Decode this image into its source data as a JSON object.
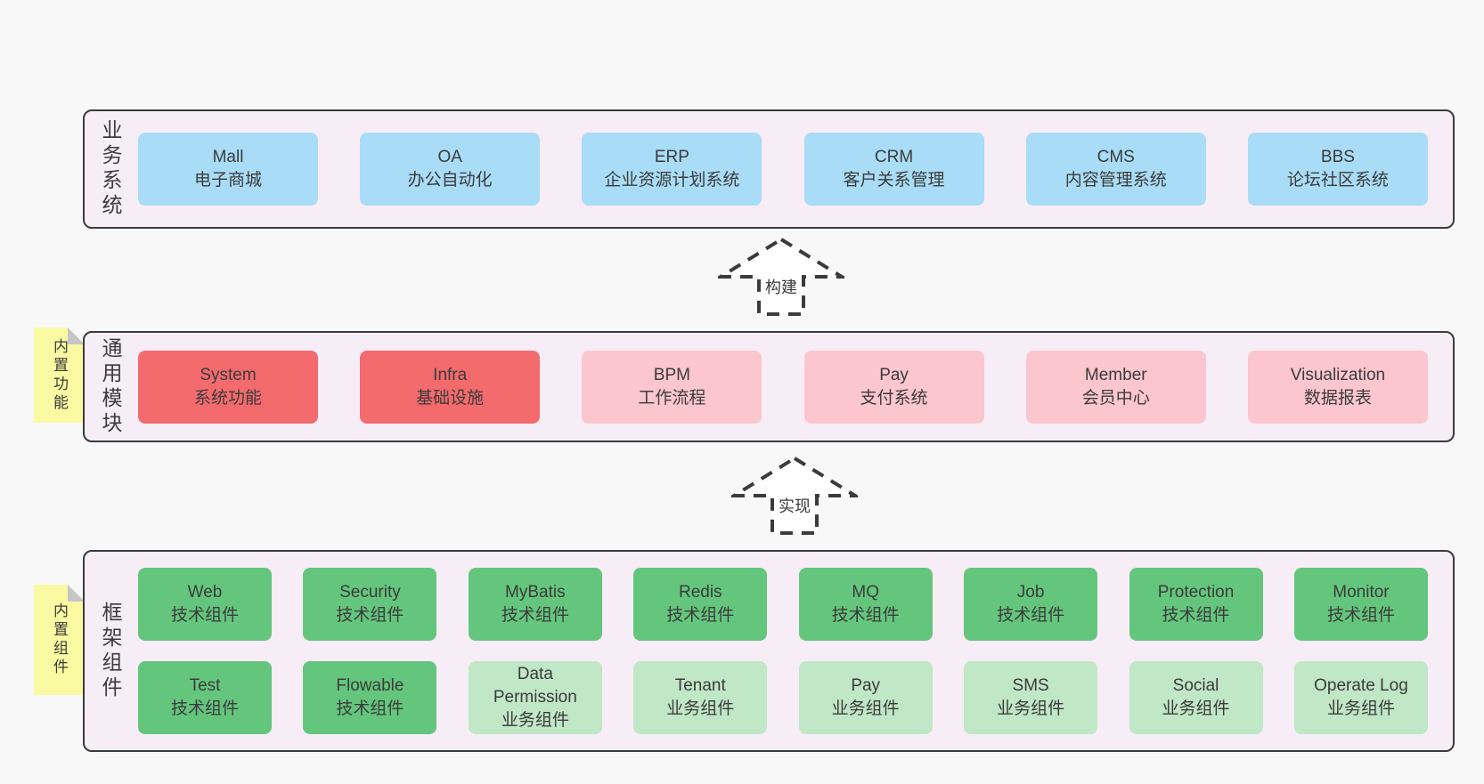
{
  "palette": {
    "band_bg": "#f7edf6",
    "sticky_yellow": "#fafaa3",
    "blue": "#a9dcf6",
    "red": "#f46b6d",
    "pink": "#fbc6ce",
    "green": "#64c67d",
    "green_light": "#c0e7c6",
    "border": "#3b3b3b"
  },
  "bands": [
    {
      "label": "业务系统",
      "boxes": [
        {
          "title": "Mall",
          "subtitle": "电子商城",
          "color": "blue"
        },
        {
          "title": "OA",
          "subtitle": "办公自动化",
          "color": "blue"
        },
        {
          "title": "ERP",
          "subtitle": "企业资源计划系统",
          "color": "blue"
        },
        {
          "title": "CRM",
          "subtitle": "客户关系管理",
          "color": "blue"
        },
        {
          "title": "CMS",
          "subtitle": "内容管理系统",
          "color": "blue"
        },
        {
          "title": "BBS",
          "subtitle": "论坛社区系统",
          "color": "blue"
        }
      ]
    },
    {
      "label": "通用模块",
      "sticky": "内置功能",
      "boxes": [
        {
          "title": "System",
          "subtitle": "系统功能",
          "color": "red"
        },
        {
          "title": "Infra",
          "subtitle": "基础设施",
          "color": "red"
        },
        {
          "title": "BPM",
          "subtitle": "工作流程",
          "color": "pink"
        },
        {
          "title": "Pay",
          "subtitle": "支付系统",
          "color": "pink"
        },
        {
          "title": "Member",
          "subtitle": "会员中心",
          "color": "pink"
        },
        {
          "title": "Visualization",
          "subtitle": "数据报表",
          "color": "pink"
        }
      ]
    },
    {
      "label": "框架组件",
      "sticky": "内置组件",
      "rows": [
        [
          {
            "title": "Web",
            "subtitle": "技术组件",
            "color": "green"
          },
          {
            "title": "Security",
            "subtitle": "技术组件",
            "color": "green"
          },
          {
            "title": "MyBatis",
            "subtitle": "技术组件",
            "color": "green"
          },
          {
            "title": "Redis",
            "subtitle": "技术组件",
            "color": "green"
          },
          {
            "title": "MQ",
            "subtitle": "技术组件",
            "color": "green"
          },
          {
            "title": "Job",
            "subtitle": "技术组件",
            "color": "green"
          },
          {
            "title": "Protection",
            "subtitle": "技术组件",
            "color": "green"
          },
          {
            "title": "Monitor",
            "subtitle": "技术组件",
            "color": "green"
          }
        ],
        [
          {
            "title": "Test",
            "subtitle": "技术组件",
            "color": "green"
          },
          {
            "title": "Flowable",
            "subtitle": "技术组件",
            "color": "green"
          },
          {
            "title": "Data Permission",
            "subtitle": "业务组件",
            "color": "green_light"
          },
          {
            "title": "Tenant",
            "subtitle": "业务组件",
            "color": "green_light"
          },
          {
            "title": "Pay",
            "subtitle": "业务组件",
            "color": "green_light"
          },
          {
            "title": "SMS",
            "subtitle": "业务组件",
            "color": "green_light"
          },
          {
            "title": "Social",
            "subtitle": "业务组件",
            "color": "green_light"
          },
          {
            "title": "Operate Log",
            "subtitle": "业务组件",
            "color": "green_light"
          }
        ]
      ]
    }
  ],
  "arrows": [
    {
      "label": "构建"
    },
    {
      "label": "实现"
    }
  ]
}
